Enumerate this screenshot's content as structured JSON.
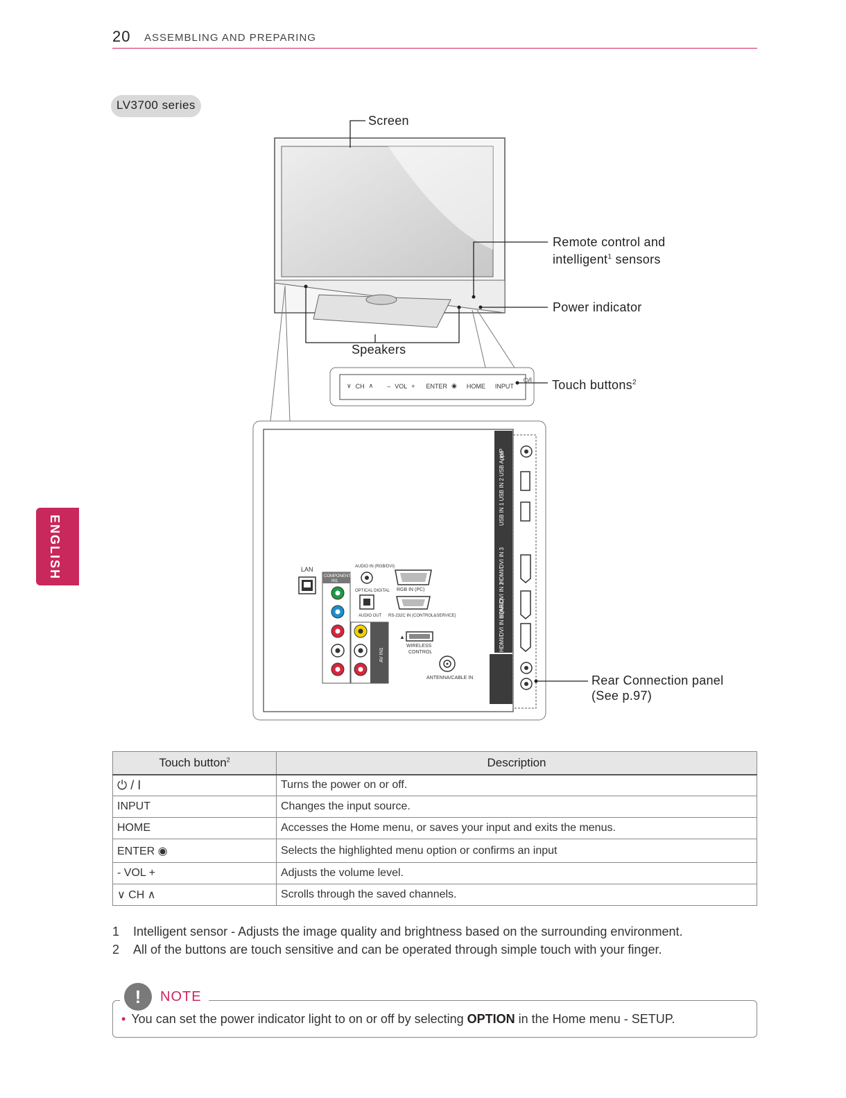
{
  "header": {
    "page_number": "20",
    "section": "ASSEMBLING AND PREPARING"
  },
  "side_tab": "ENGLISH",
  "model": "LV3700 series",
  "callouts": {
    "screen": "Screen",
    "remote_sensor_line1": "Remote control and",
    "remote_sensor_line2": "intelligent",
    "remote_sensor_sup": "1",
    "remote_sensor_line2b": " sensors",
    "power_indicator": "Power indicator",
    "speakers": "Speakers",
    "touch_buttons": "Touch buttons",
    "touch_buttons_sup": "2",
    "rear_panel_line1": "Rear Connection panel",
    "rear_panel_line2": "(See p.97)"
  },
  "touch_strip": {
    "ch": "CH",
    "vol": "VOL",
    "enter": "ENTER",
    "home": "HOME",
    "input": "INPUT",
    "power": "⏻/I"
  },
  "rear_panel_labels": {
    "lan": "LAN",
    "component": "COMPONENT IN 1",
    "audio_in_rgb": "AUDIO IN (RGB/DVI)",
    "optical": "OPTICAL DIGITAL",
    "audio_out": "AUDIO OUT",
    "rgb_in": "RGB IN (PC)",
    "rs232": "RS-232C IN (CONTROL&SERVICE)",
    "wireless": "WIRELESS",
    "control": "CONTROL",
    "antenna": "ANTENNA/CABLE IN",
    "av_in": "AV IN1",
    "hp": "H/P",
    "usb": "USB IN 1  USB IN 2 USB Apps",
    "hdmi3": "HDMI/DVI IN 3",
    "hdmi2": "HDMI/DVI IN 2",
    "hdmi1": "HDMI/DVI IN 1 (ARC)"
  },
  "table": {
    "header_col1": "Touch button",
    "header_col1_sup": "2",
    "header_col2": "Description",
    "rows": [
      {
        "button": "⏻ / I",
        "description": "Turns the power on or off."
      },
      {
        "button": "INPUT",
        "description": "Changes the input source."
      },
      {
        "button": "HOME",
        "description": "Accesses the Home menu, or saves your input and exits the menus."
      },
      {
        "button": "ENTER ◉",
        "description": "Selects the highlighted menu option or confirms an input"
      },
      {
        "button": "- VOL +",
        "description": "Adjusts the volume level."
      },
      {
        "button": "∨ CH ∧",
        "description": "Scrolls through the saved channels."
      }
    ]
  },
  "footnotes": [
    {
      "num": "1",
      "text": "Intelligent sensor - Adjusts the image quality and brightness based on the surrounding environment."
    },
    {
      "num": "2",
      "text": "All of the buttons are touch sensitive and can be operated through simple touch with your finger."
    }
  ],
  "note": {
    "icon": "!",
    "title": "NOTE",
    "text_before": "You can set the power indicator light to on or off by selecting ",
    "text_bold": "OPTION",
    "text_after": " in the Home menu - SETUP."
  },
  "colors": {
    "accent": "#c8285b",
    "table_header": "#e6e6e6"
  }
}
